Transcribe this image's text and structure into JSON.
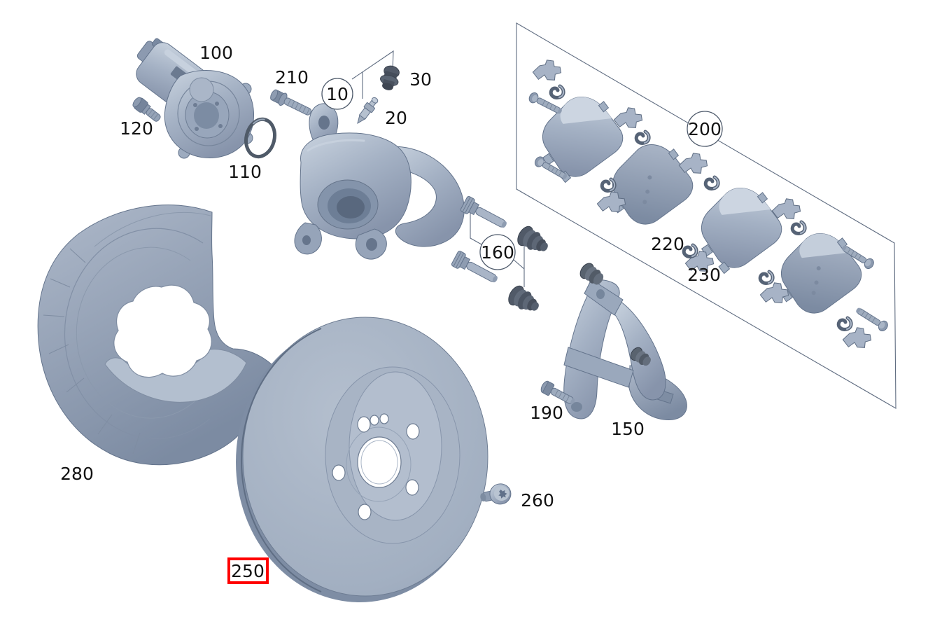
{
  "figure": {
    "type": "exploded-parts-diagram",
    "description": "Exploded view of a rear disc brake assembly",
    "background_color": "#ffffff",
    "line_color": "#5f6c80",
    "label_color": "#121212",
    "highlight_color": "#ff0000",
    "selected_label": "250",
    "labels": [
      {
        "text": "100",
        "style": "plain"
      },
      {
        "text": "120",
        "style": "plain"
      },
      {
        "text": "210",
        "style": "plain"
      },
      {
        "text": "110",
        "style": "plain"
      },
      {
        "text": "10",
        "style": "circled"
      },
      {
        "text": "30",
        "style": "plain"
      },
      {
        "text": "20",
        "style": "plain"
      },
      {
        "text": "160",
        "style": "circled"
      },
      {
        "text": "200",
        "style": "circled"
      },
      {
        "text": "220",
        "style": "plain"
      },
      {
        "text": "230",
        "style": "plain"
      },
      {
        "text": "150",
        "style": "plain"
      },
      {
        "text": "190",
        "style": "plain"
      },
      {
        "text": "280",
        "style": "plain"
      },
      {
        "text": "250",
        "style": "boxed-red"
      },
      {
        "text": "260",
        "style": "plain"
      }
    ]
  }
}
